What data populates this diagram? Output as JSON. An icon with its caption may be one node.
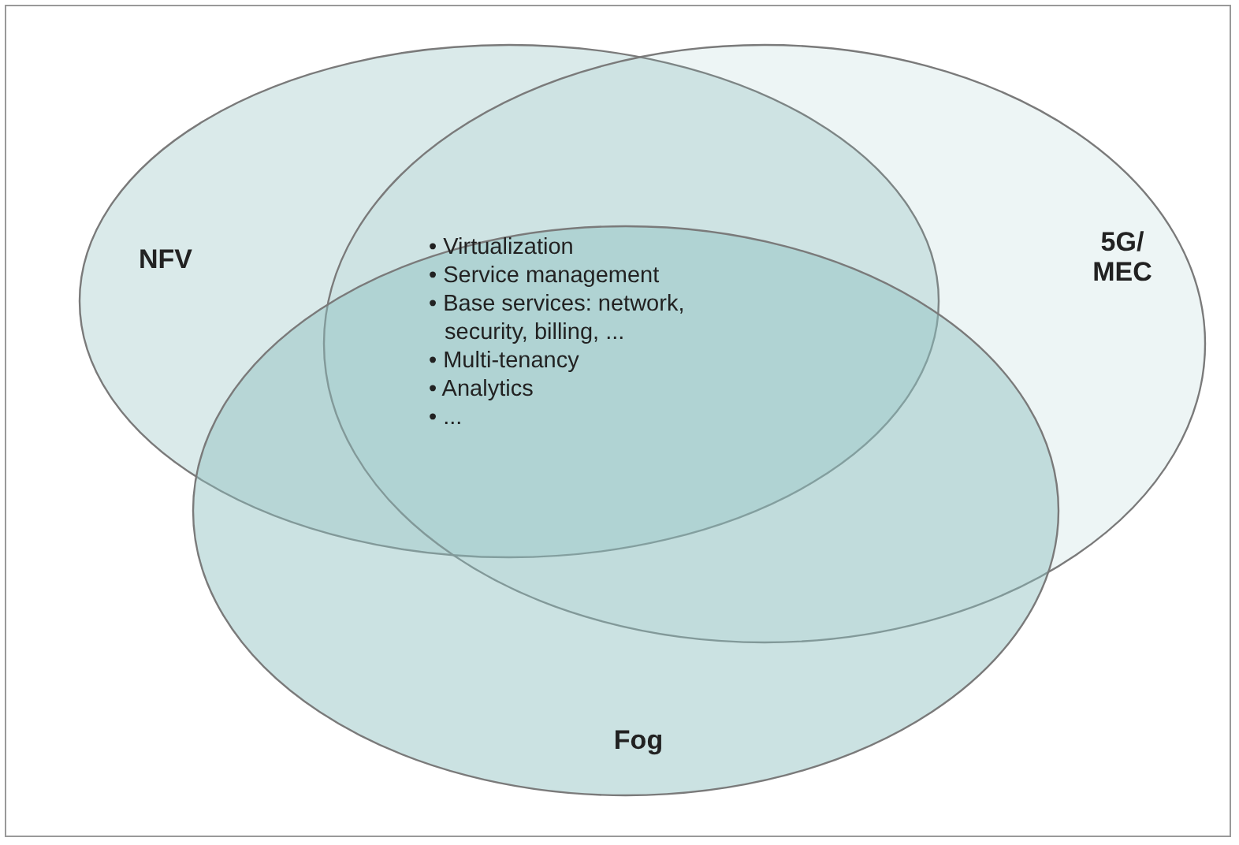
{
  "diagram": {
    "nodes": [
      {
        "text": [
          "NFV"
        ]
      },
      {
        "text": [
          "5G/ MEC"
        ]
      },
      {
        "text": [
          "Fog"
        ]
      }
    ],
    "labels": [
      "• Virtualization",
      "• Service management",
      "• Base services: network, security, billing, ...",
      "• Multi-tenancy",
      "• Analytics",
      "• ..."
    ]
  }
}
